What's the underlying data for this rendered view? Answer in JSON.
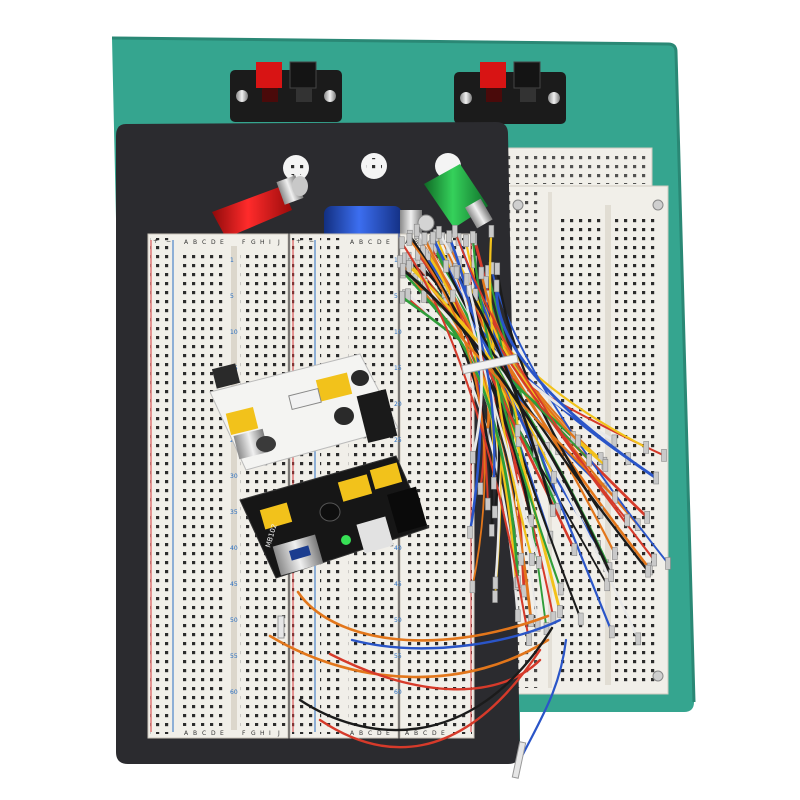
{
  "scene": {
    "subject": "breadboard-kit",
    "colors": {
      "background": "#ffffff",
      "green_board": "#35a58f",
      "black_plate": "#2b2b2f",
      "breadboard": "#f1efe9",
      "hole": "#2c2c2c",
      "red_post": "#d81414",
      "blue_post": "#1f4fc8",
      "green_post": "#22a340",
      "jumper_colors": [
        "#f2c21b",
        "#2f9e3a",
        "#e2761b",
        "#d63a2a",
        "#2a55c8",
        "#1b1b1b",
        "#e8e8e8"
      ]
    },
    "printed_labels": {
      "row_letters_left": [
        "A",
        "B",
        "C",
        "D",
        "E"
      ],
      "row_letters_right": [
        "F",
        "G",
        "H",
        "I",
        "J"
      ],
      "column_numbers": [
        "1",
        "5",
        "10",
        "15",
        "20",
        "25",
        "30",
        "35",
        "40",
        "45",
        "50",
        "55",
        "60"
      ],
      "rail_plus": "+",
      "rail_minus": "−",
      "module_label": "MB102"
    }
  }
}
